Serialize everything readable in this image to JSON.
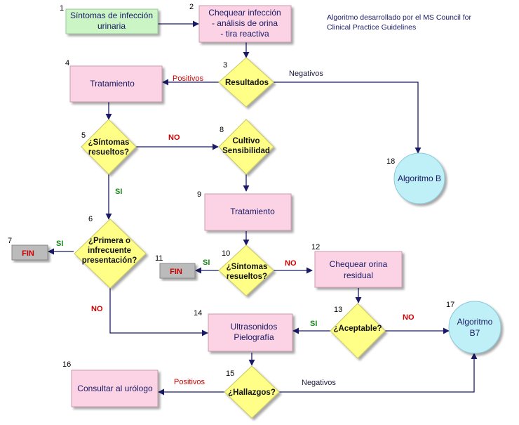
{
  "note": {
    "line1": "Algoritmo desarrollado por el MS Council for",
    "line2": "Clinical Practice Guidelines"
  },
  "nodes": [
    {
      "id": "n1",
      "num": "1",
      "lines": [
        "Síntomas de infección",
        "urinaria"
      ]
    },
    {
      "id": "n2",
      "num": "2",
      "lines": [
        "Chequear infección",
        "- análisis de orina",
        "- tira reactiva"
      ]
    },
    {
      "id": "n3",
      "num": "3",
      "lines": [
        "Resultados"
      ]
    },
    {
      "id": "n4",
      "num": "4",
      "lines": [
        "Tratamiento"
      ]
    },
    {
      "id": "n5",
      "num": "5",
      "lines": [
        "¿Síntomas",
        "resueltos?"
      ]
    },
    {
      "id": "n6",
      "num": "6",
      "lines": [
        "¿Primera o",
        "infrecuente",
        "presentación?"
      ]
    },
    {
      "id": "n7",
      "num": "7",
      "lines": [
        "FIN"
      ]
    },
    {
      "id": "n8",
      "num": "8",
      "lines": [
        "Cultivo",
        "Sensibilidad"
      ]
    },
    {
      "id": "n9",
      "num": "9",
      "lines": [
        "Tratamiento"
      ]
    },
    {
      "id": "n10",
      "num": "10",
      "lines": [
        "¿Síntomas",
        "resueltos?"
      ]
    },
    {
      "id": "n11",
      "num": "11",
      "lines": [
        "FIN"
      ]
    },
    {
      "id": "n12",
      "num": "12",
      "lines": [
        "Chequear orina",
        "residual"
      ]
    },
    {
      "id": "n13",
      "num": "13",
      "lines": [
        "¿Aceptable?"
      ]
    },
    {
      "id": "n14",
      "num": "14",
      "lines": [
        "Ultrasonidos",
        "Pielografía"
      ]
    },
    {
      "id": "n15",
      "num": "15",
      "lines": [
        "¿Hallazgos?"
      ]
    },
    {
      "id": "n16",
      "num": "16",
      "lines": [
        "Consultar al urólogo"
      ]
    },
    {
      "id": "n17",
      "num": "17",
      "lines": [
        "Algoritmo",
        "B7"
      ]
    },
    {
      "id": "n18",
      "num": "18",
      "lines": [
        "Algoritmo B"
      ]
    }
  ],
  "edge_labels": {
    "e3_4": "Positivos",
    "e3_18": "Negativos",
    "e5_8": "NO",
    "e5_6": "SI",
    "e6_7": "SI",
    "e6_14": "NO",
    "e10_11": "SI",
    "e10_12": "NO",
    "e13_14": "SI",
    "e13_17": "NO",
    "e15_16": "Positivos",
    "e15_17": "Negativos"
  },
  "colors": {
    "start": "#ccf5c6",
    "process": "#fbd3e4",
    "decision": "#ffff88",
    "terminal": "#bbbbbb",
    "connector": "#bff0f8",
    "edge": "#1a1a66"
  }
}
